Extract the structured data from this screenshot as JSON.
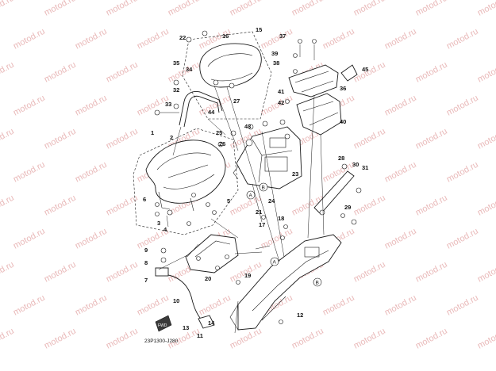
{
  "diagram": {
    "watermark": "motod.ru",
    "ref_code": "23P1300-J280",
    "fwd_label": "FWD",
    "refs": [
      "A",
      "B"
    ],
    "callouts": [
      "1",
      "2",
      "3",
      "4",
      "5",
      "6",
      "7",
      "8",
      "9",
      "10",
      "11",
      "12",
      "13",
      "14",
      "15",
      "16",
      "17",
      "18",
      "19",
      "20",
      "21",
      "22",
      "23",
      "24",
      "25",
      "26",
      "27",
      "28",
      "29",
      "30",
      "31",
      "32",
      "33",
      "34",
      "35",
      "36",
      "37",
      "38",
      "39",
      "40",
      "41",
      "42",
      "43",
      "44",
      "45"
    ]
  }
}
